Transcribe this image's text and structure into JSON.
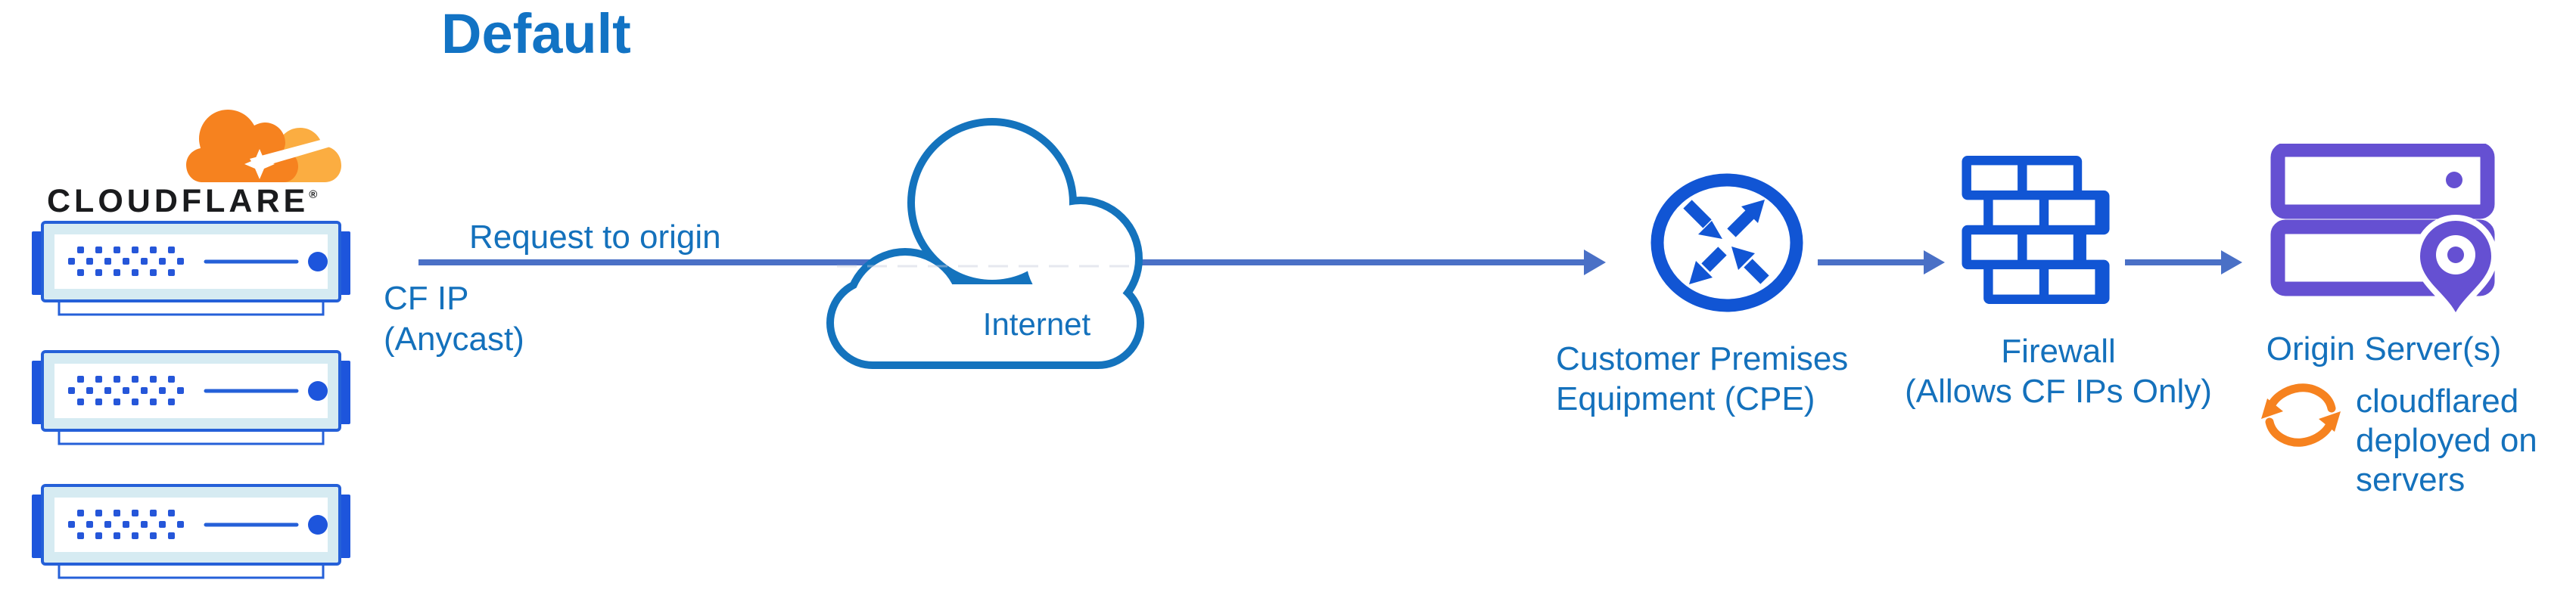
{
  "diagram_title": "Default",
  "logo": {
    "wordmark": "CLOUDFLARE",
    "registered_mark": "®"
  },
  "edges": {
    "request_label": "Request to origin",
    "source_annotation_lines": [
      "CF IP",
      "(Anycast)"
    ]
  },
  "nodes": {
    "cloudflare_edge": {
      "icon": "cloudflare-server-stack",
      "server_count": 3
    },
    "internet": {
      "label": "Internet",
      "icon": "internet-cloud"
    },
    "cpe": {
      "label_lines": [
        "Customer Premises",
        "Equipment (CPE)"
      ],
      "icon": "router"
    },
    "firewall": {
      "label_lines": [
        "Firewall",
        "(Allows CF IPs Only)"
      ],
      "icon": "brick-wall"
    },
    "origin": {
      "label": "Origin Server(s)",
      "icon": "origin-servers-with-pin",
      "note_icon": "sync-arrows",
      "note_lines": [
        "cloudflared",
        "deployed on",
        "servers"
      ]
    }
  },
  "colors": {
    "label_blue": "#1471BC",
    "title_blue": "#1273C4",
    "arrow_blue": "#4A70C6",
    "icon_blue": "#1155D4",
    "cloud_blue": "#1473BD",
    "server_blue": "#2560D8",
    "server_solid_blue": "#1D55DC",
    "server_fill": "#D6EBF2",
    "purple": "#6550D2",
    "orange": "#F6821F",
    "orange_light": "#FBAD41",
    "wordmark_black": "#1A1B1D"
  }
}
